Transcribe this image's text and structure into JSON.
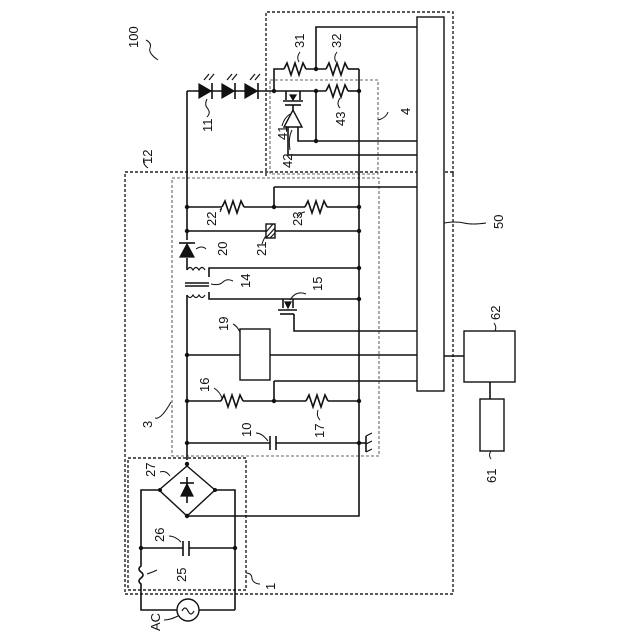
{
  "figure": {
    "reference": "100",
    "colors": {
      "line": "#111111",
      "inner_dash": "#666666",
      "background": "#ffffff"
    }
  },
  "blocks": {
    "rectifier_block": "1",
    "converter_block": "3",
    "led_driver_block": "4",
    "power_block": "12"
  },
  "components": {
    "capacitor_10": "10",
    "led_string": "11",
    "transformer": "14",
    "switch_15": "15",
    "resistor_16": "16",
    "resistor_17": "17",
    "controller_19": "19",
    "diode_20": "20",
    "capacitor_21": "21",
    "resistor_22": "22",
    "resistor_23": "23",
    "inductor_25": "25",
    "capacitor_26": "26",
    "bridge_27": "27",
    "resistor_31": "31",
    "resistor_32": "32",
    "transistor_41": "41",
    "opamp_42": "42",
    "resistor_43": "43",
    "bus_50": "50",
    "device_61": "61",
    "device_62": "62",
    "ac_source": "AC"
  }
}
